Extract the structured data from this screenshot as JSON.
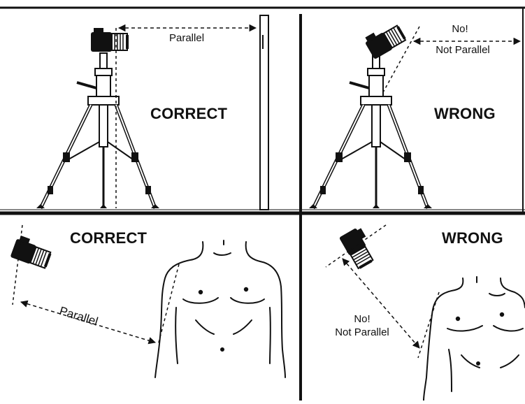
{
  "panels": {
    "top_left": {
      "heading": "CORRECT",
      "arrow_label": "Parallel"
    },
    "top_right": {
      "heading": "WRONG",
      "arrow_label_line1": "No!",
      "arrow_label_line2": "Not Parallel"
    },
    "bottom_left": {
      "heading": "CORRECT",
      "arrow_label": "Parallel"
    },
    "bottom_right": {
      "heading": "WRONG",
      "arrow_label_line1": "No!",
      "arrow_label_line2": "Not Parallel"
    }
  },
  "colors": {
    "ink": "#111111",
    "background": "#ffffff"
  }
}
